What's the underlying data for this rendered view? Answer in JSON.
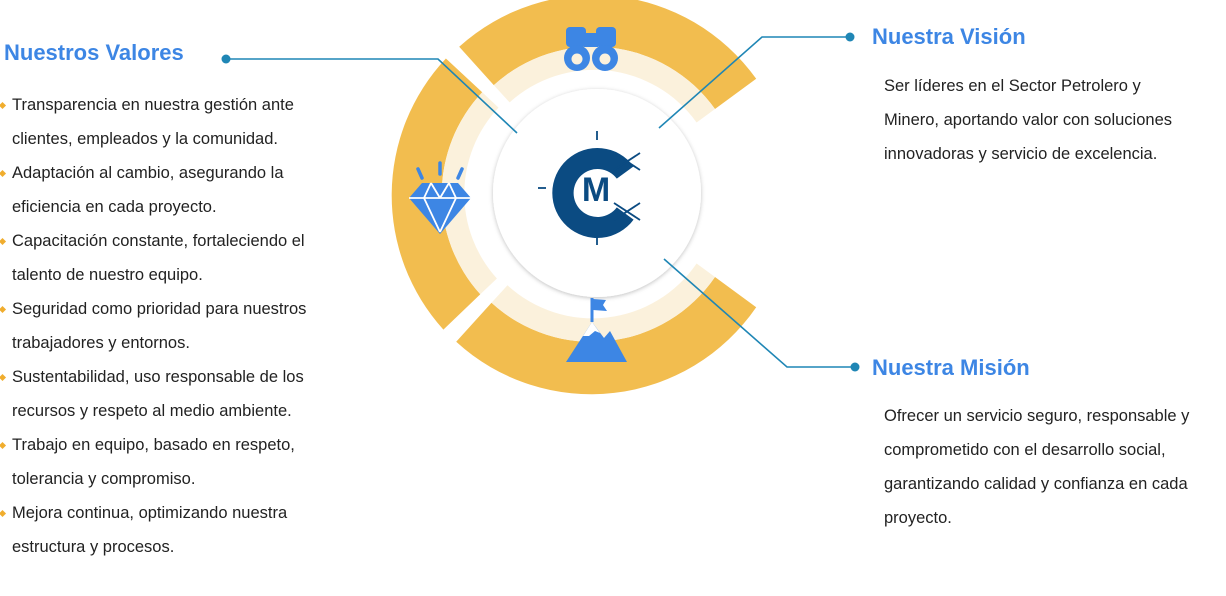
{
  "colors": {
    "accent_blue": "#3d86e4",
    "ring_gold": "#f2bd4f",
    "ring_cream": "#fbf1dc",
    "connector": "#1f86b5",
    "logo_navy": "#0b4b82",
    "bullet": "#f0ad2e"
  },
  "icons": {
    "vision": "binoculars-icon",
    "values": "diamond-icon",
    "mission": "mountain-flag-icon",
    "center": "cm-logo"
  },
  "logo": {
    "text": "M"
  },
  "values": {
    "title": "Nuestros Valores",
    "items": [
      "Transparencia en nuestra gestión ante clientes, empleados y la comunidad.",
      "Adaptación al cambio, asegurando la eficiencia en cada proyecto.",
      "Capacitación constante, fortaleciendo el talento de nuestro equipo.",
      "Seguridad como prioridad para nuestros trabajadores y entornos.",
      "Sustentabilidad, uso responsable de los recursos y respeto al medio ambiente.",
      "Trabajo en equipo, basado en respeto, tolerancia y compromiso.",
      "Mejora continua, optimizando nuestra estructura y procesos."
    ]
  },
  "vision": {
    "title": "Nuestra Visión",
    "text": "Ser líderes en el Sector Petrolero y Minero, aportando valor con soluciones innovadoras y servicio de excelencia."
  },
  "mission": {
    "title": "Nuestra Misión",
    "text": "Ofrecer un servicio seguro, responsable y comprometido con el desarrollo social, garantizando calidad y confianza en cada proyecto."
  }
}
